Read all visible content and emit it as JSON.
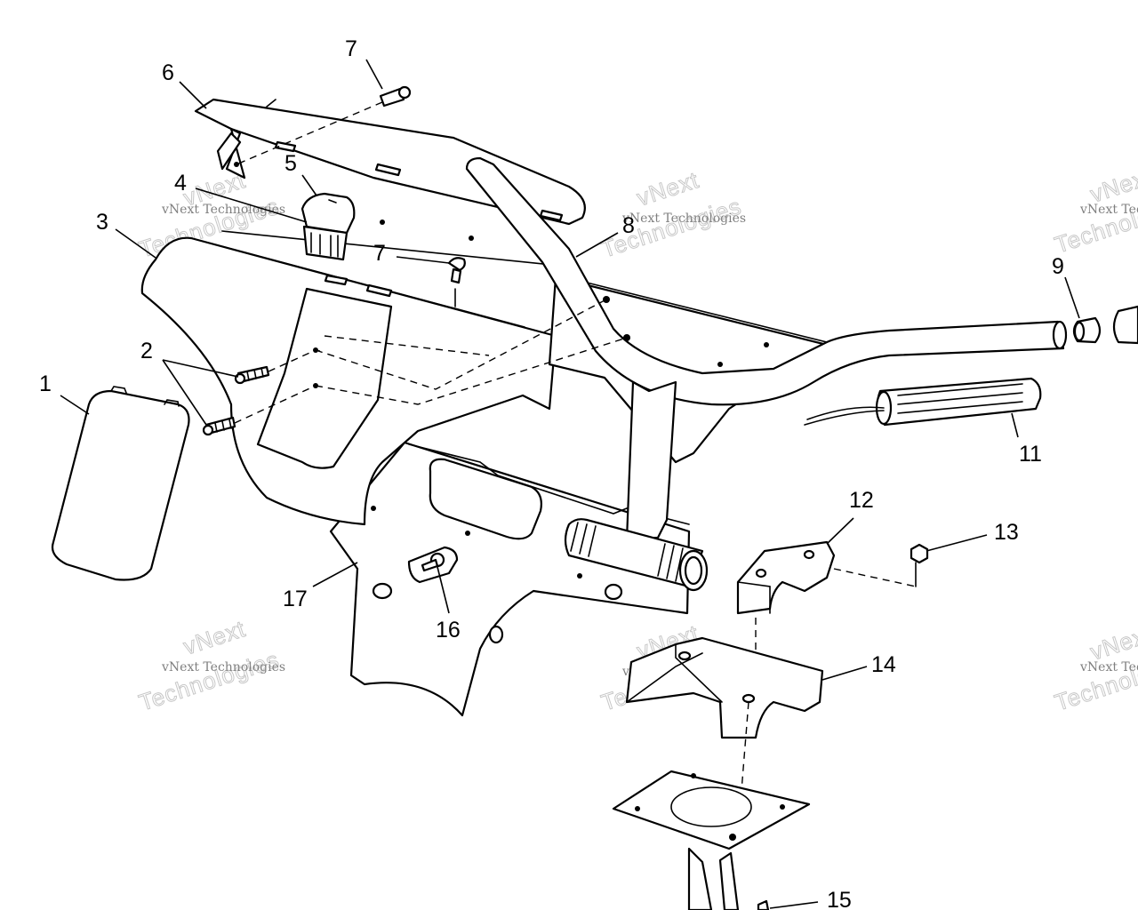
{
  "callouts": {
    "c1": "1",
    "c2": "2",
    "c3": "3",
    "c4": "4",
    "c5": "5",
    "c6": "6",
    "c7a": "7",
    "c7b": "7",
    "c8": "8",
    "c9": "9",
    "c11": "11",
    "c12": "12",
    "c13": "13",
    "c14": "14",
    "c15": "15",
    "c16": "16",
    "c17": "17"
  },
  "watermark": {
    "brand": "vNext",
    "name": "vNext Technologies",
    "word": "Technologies"
  },
  "colors": {
    "line": "#000000",
    "background": "#ffffff",
    "watermark": "#9a9a9a"
  }
}
